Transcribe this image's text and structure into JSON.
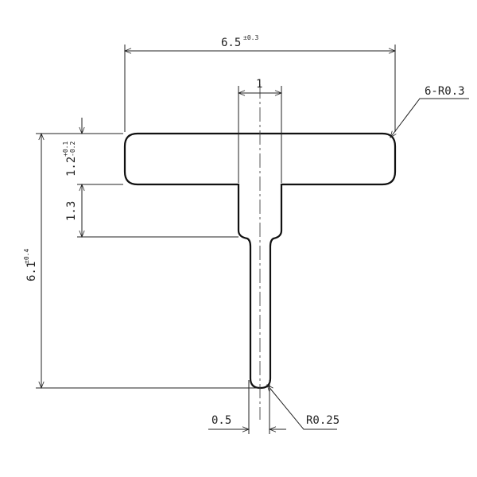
{
  "dimensions": {
    "overall_width": {
      "value": "6.5",
      "tolerance": "±0.3"
    },
    "corner_radius": "6-R0.3",
    "stem_width": "1",
    "head_height": {
      "value": "1.2",
      "tol_plus": "+0.1",
      "tol_minus": "-0.2"
    },
    "neck_height": "1.3",
    "overall_height": {
      "value": "6.1",
      "tolerance": "±0.4"
    },
    "pin_width": "0.5",
    "tip_radius": "R0.25"
  }
}
